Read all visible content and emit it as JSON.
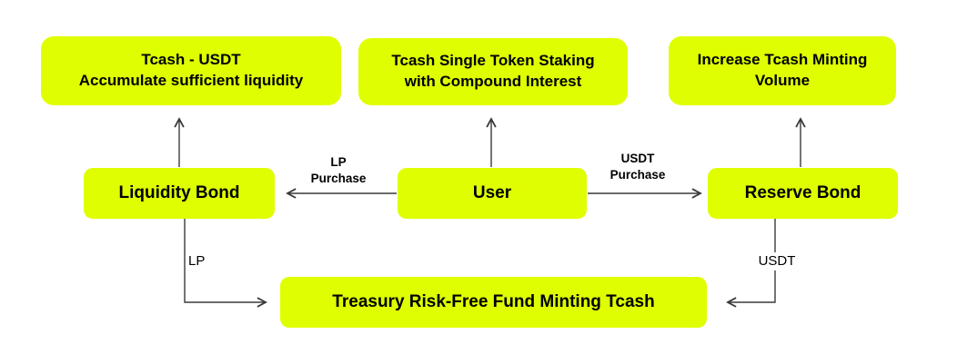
{
  "boxes": {
    "tcash_usdt": {
      "line1": "Tcash - USDT",
      "line2": "Accumulate sufficient liquidity"
    },
    "staking": {
      "line1": "Tcash Single Token Staking",
      "line2": "with Compound Interest"
    },
    "minting": {
      "line1": "Increase Tcash Minting",
      "line2": "Volume"
    },
    "liquidity_bond": {
      "label": "Liquidity Bond"
    },
    "user": {
      "label": "User"
    },
    "reserve_bond": {
      "label": "Reserve Bond"
    },
    "treasury": {
      "label": "Treasury Risk-Free Fund Minting Tcash"
    }
  },
  "edge_labels": {
    "lp_purchase": {
      "line1": "LP",
      "line2": "Purchase"
    },
    "usdt_purchase": {
      "line1": "USDT",
      "line2": "Purchase"
    },
    "lp": "LP",
    "usdt": "USDT"
  },
  "colors": {
    "box_fill": "#DFFF00",
    "arrow": "#3a3a3a",
    "text": "#000000"
  }
}
